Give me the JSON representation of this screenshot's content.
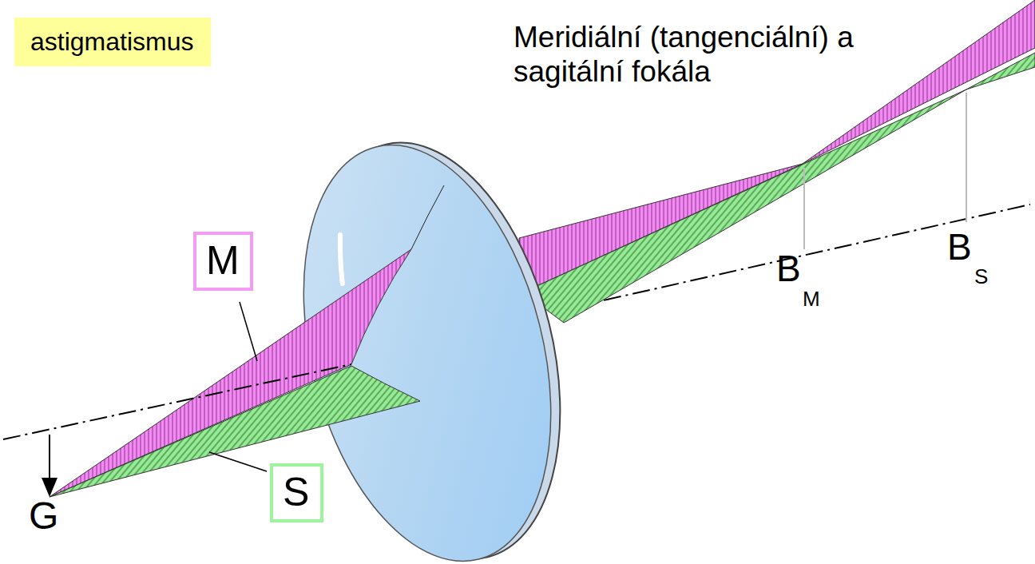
{
  "diagram": {
    "nodes": [
      {
        "text": [
          "astigmatismus"
        ]
      },
      {
        "text": [
          "M"
        ]
      },
      {
        "text": [
          "S"
        ]
      }
    ],
    "labels": [
      "Meridiální (tangenciální) a sagitální fokála",
      "G",
      "B",
      "M",
      "B",
      "S"
    ]
  }
}
